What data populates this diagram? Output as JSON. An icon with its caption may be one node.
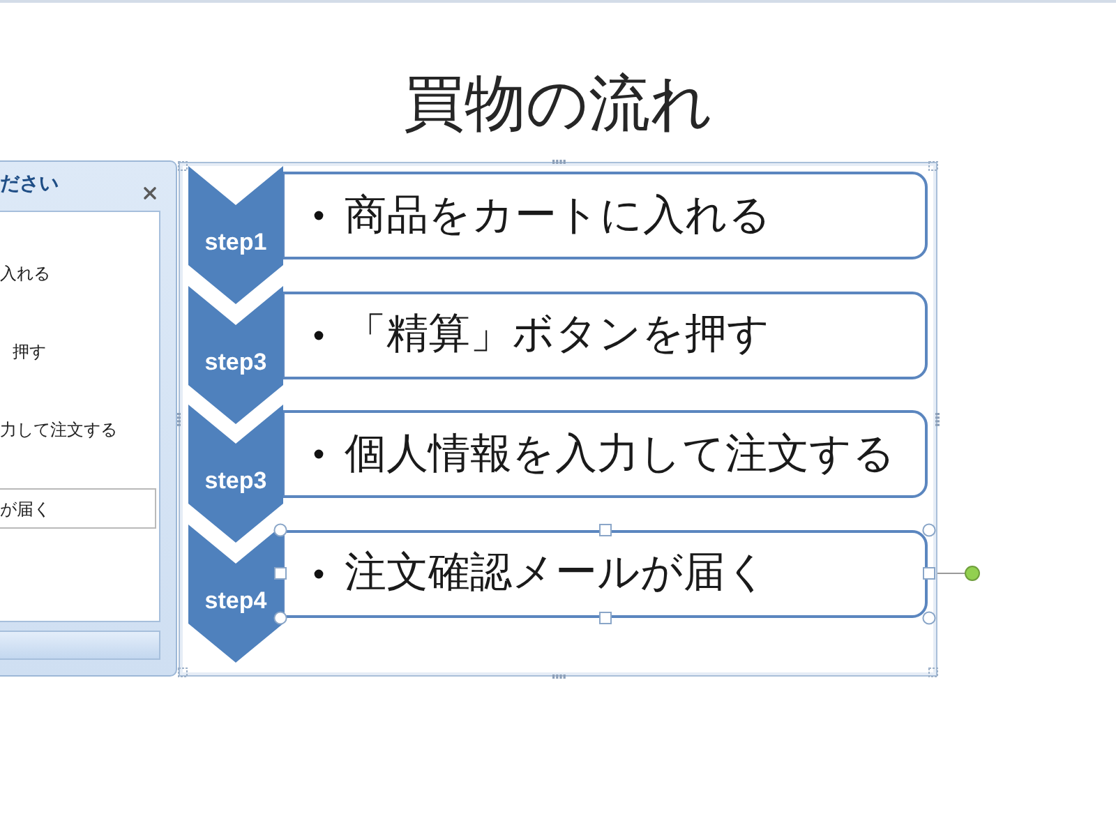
{
  "diagram": {
    "title": "買物の流れ",
    "nodes": [
      {
        "text": [
          "ださい",
          "入れる",
          "押す",
          "力して注文する"
        ]
      },
      {
        "text": [
          "が届く"
        ],
        "in": 0
      },
      {
        "text": [],
        "shape": "bar",
        "in": 0
      },
      {
        "text": [
          "step1"
        ]
      },
      {
        "text": [
          "商品をカートに入れる"
        ]
      },
      {
        "text": [
          "step3"
        ]
      },
      {
        "text": [
          "「精算」ボタンを押す"
        ]
      },
      {
        "text": [
          "step3"
        ]
      },
      {
        "text": [
          "個人情報を入力して注文する"
        ]
      },
      {
        "text": [
          "step4"
        ]
      },
      {
        "text": [
          "注文確認メールが届く"
        ]
      }
    ]
  }
}
